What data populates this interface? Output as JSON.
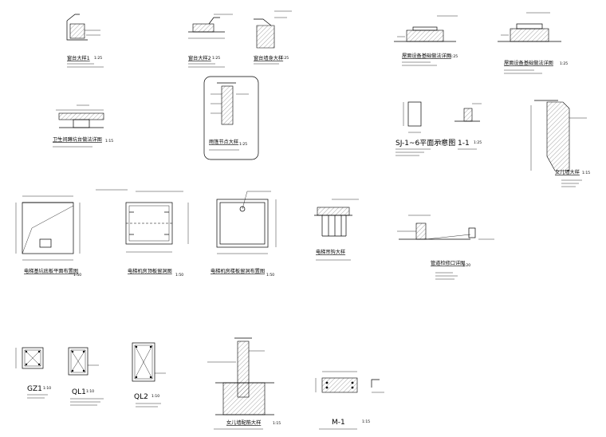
{
  "sheet": {
    "background": "#ffffff",
    "line_color": "#000000"
  },
  "details": {
    "d01": {
      "title": "窗台大样1",
      "scale": "1:25"
    },
    "d02": {
      "title": "窗台大样2",
      "scale": "1:25"
    },
    "d03": {
      "title": "窗台墙身大样",
      "scale": "1:25"
    },
    "d04": {
      "title": "屋面设备基础做法详图",
      "scale": "1:25"
    },
    "d05": {
      "title": "屋面设备基础做法详图",
      "scale": "1:25"
    },
    "d06": {
      "title": "卫生间蹲坑台做法详图",
      "scale": "1:15"
    },
    "d07": {
      "title": "雨篷节点大样",
      "scale": "1:25"
    },
    "d08": {
      "title": "SJ-1~6平面示意图",
      "scale": "1:25"
    },
    "d09": {
      "title": "1-1",
      "scale": "1:25"
    },
    "d10": {
      "title": "女儿墙大样",
      "scale": "1:15"
    },
    "d11": {
      "title": "电梯基坑底板平面布置图",
      "scale": "1:50"
    },
    "d12": {
      "title": "电梯机房顶板留洞图",
      "scale": "1:50"
    },
    "d13": {
      "title": "电梯机房楼板留洞布置图",
      "scale": "1:50"
    },
    "d14": {
      "title": "电梯吊钩大样",
      "scale": ""
    },
    "d15": {
      "title": "管道检修口详图",
      "scale": "1:20"
    },
    "d16": {
      "title": "GZ1",
      "scale": "1:10"
    },
    "d17": {
      "title": "QL1",
      "scale": "1:10"
    },
    "d18": {
      "title": "QL2",
      "scale": "1:10"
    },
    "d19": {
      "title": "女儿墙配筋大样",
      "scale": "1:15"
    },
    "d20": {
      "title": "M-1",
      "scale": "1:15"
    }
  }
}
